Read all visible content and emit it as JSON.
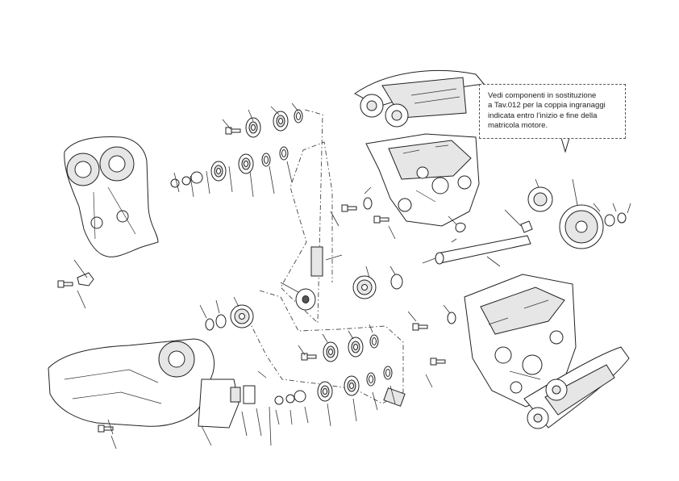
{
  "note": {
    "lines": [
      "Vedi componenti in sostituzione",
      "a Tav.012 per la coppia ingranaggi",
      "indicata entro l’inizio e fine della",
      "matricola motore."
    ]
  }
}
